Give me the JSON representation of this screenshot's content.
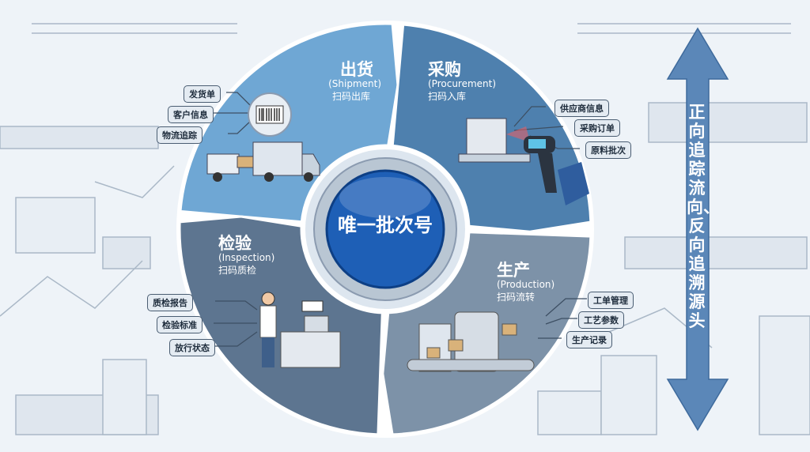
{
  "center": {
    "label": "唯一批次号",
    "color": "#1e5fb6"
  },
  "stages": [
    {
      "title": "出货",
      "english": "(Shipment)",
      "action": "扫码出库",
      "color": "#6fa7d4",
      "fields": [
        "发货单",
        "客户信息",
        "物流追踪"
      ]
    },
    {
      "title": "采购",
      "english": "(Procurement)",
      "action": "扫码入库",
      "color": "#4e80ae",
      "fields": [
        "供应商信息",
        "采购订单",
        "原料批次"
      ]
    },
    {
      "title": "生产",
      "english": "(Production)",
      "action": "扫码流转",
      "color": "#7d92a8",
      "fields": [
        "工单管理",
        "工艺参数",
        "生产记录"
      ]
    },
    {
      "title": "检验",
      "english": "(Inspection)",
      "action": "扫码质检",
      "color": "#5d7590",
      "fields": [
        "质检报告",
        "检验标准",
        "放行状态"
      ]
    }
  ],
  "trace_arrow": {
    "text": "正向追踪流向、反向追溯源头",
    "color": "#5b87b8"
  }
}
